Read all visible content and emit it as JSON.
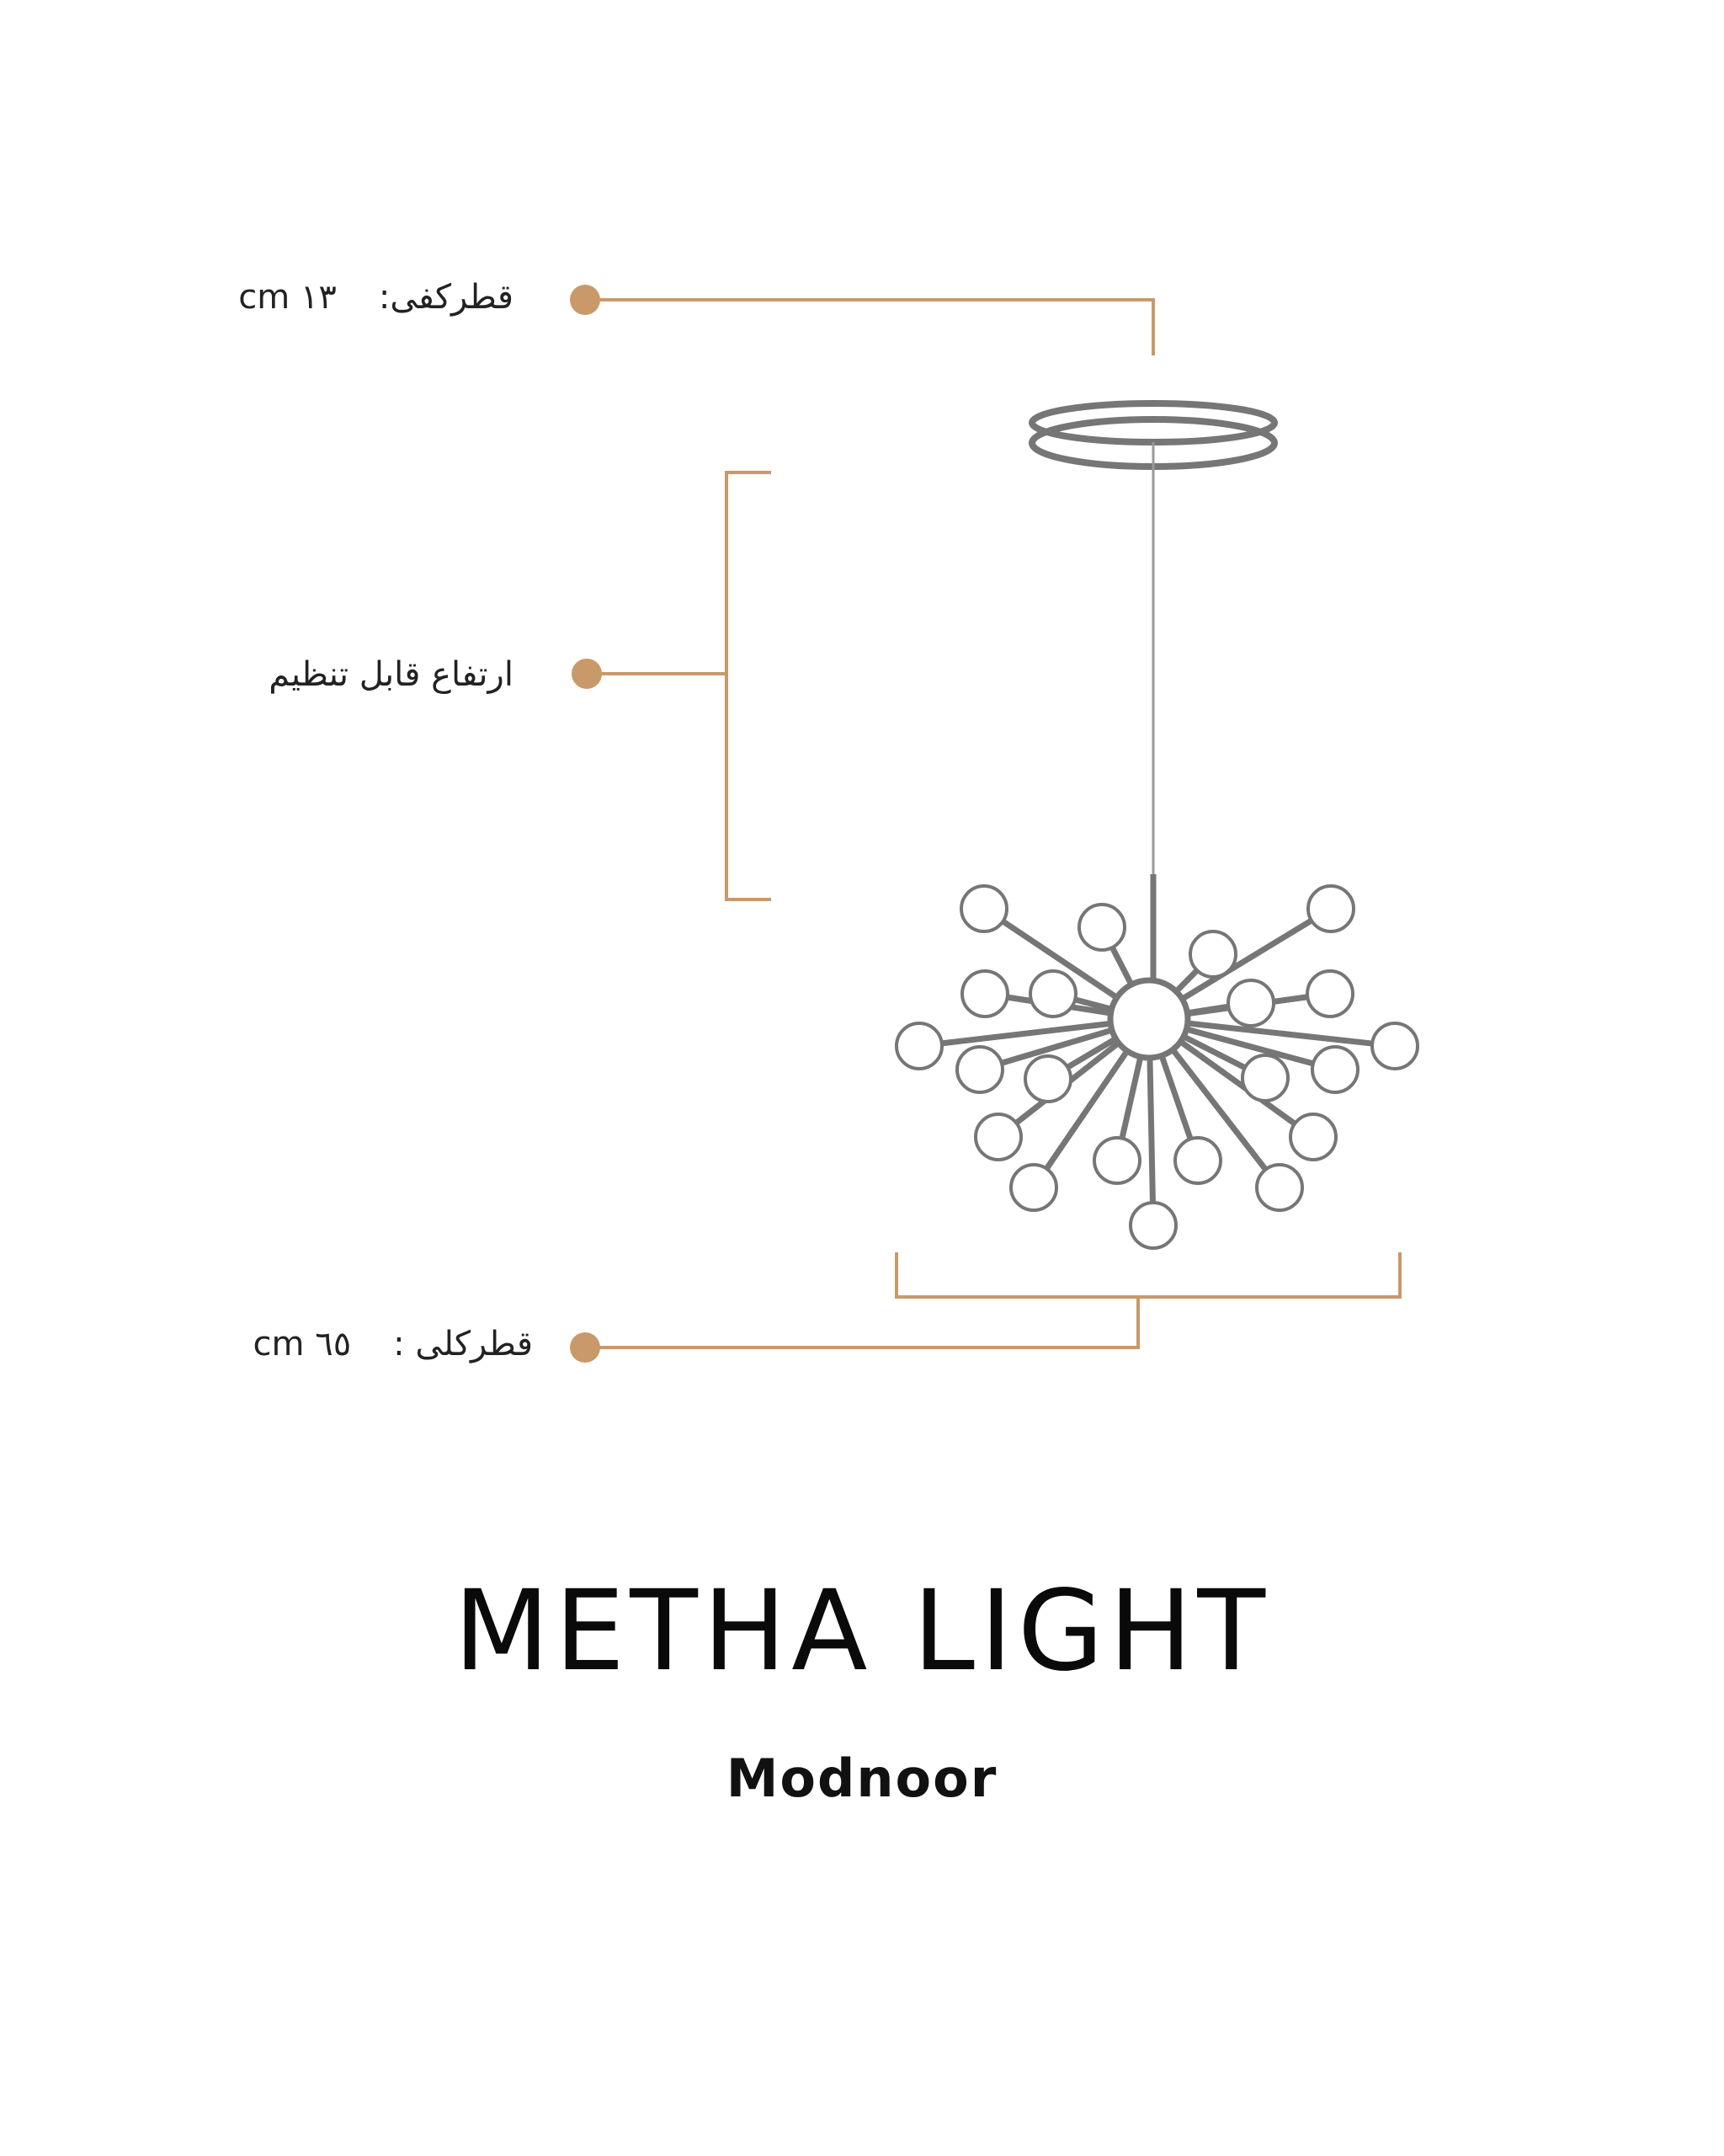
{
  "colors": {
    "accent": "#c9996a",
    "fixture": "#767676",
    "text": "#222222"
  },
  "dimensions": {
    "ceiling_diameter": {
      "label": "قطرکفی:",
      "value": "۱۳ cm"
    },
    "adjustable_height": {
      "label": "ارتفاع قابل تنظیم"
    },
    "overall_diameter": {
      "label": "قطرکلی :",
      "value": "٦٥ cm"
    }
  },
  "product": {
    "title": "METHA LIGHT",
    "brand": "Modnoor"
  }
}
